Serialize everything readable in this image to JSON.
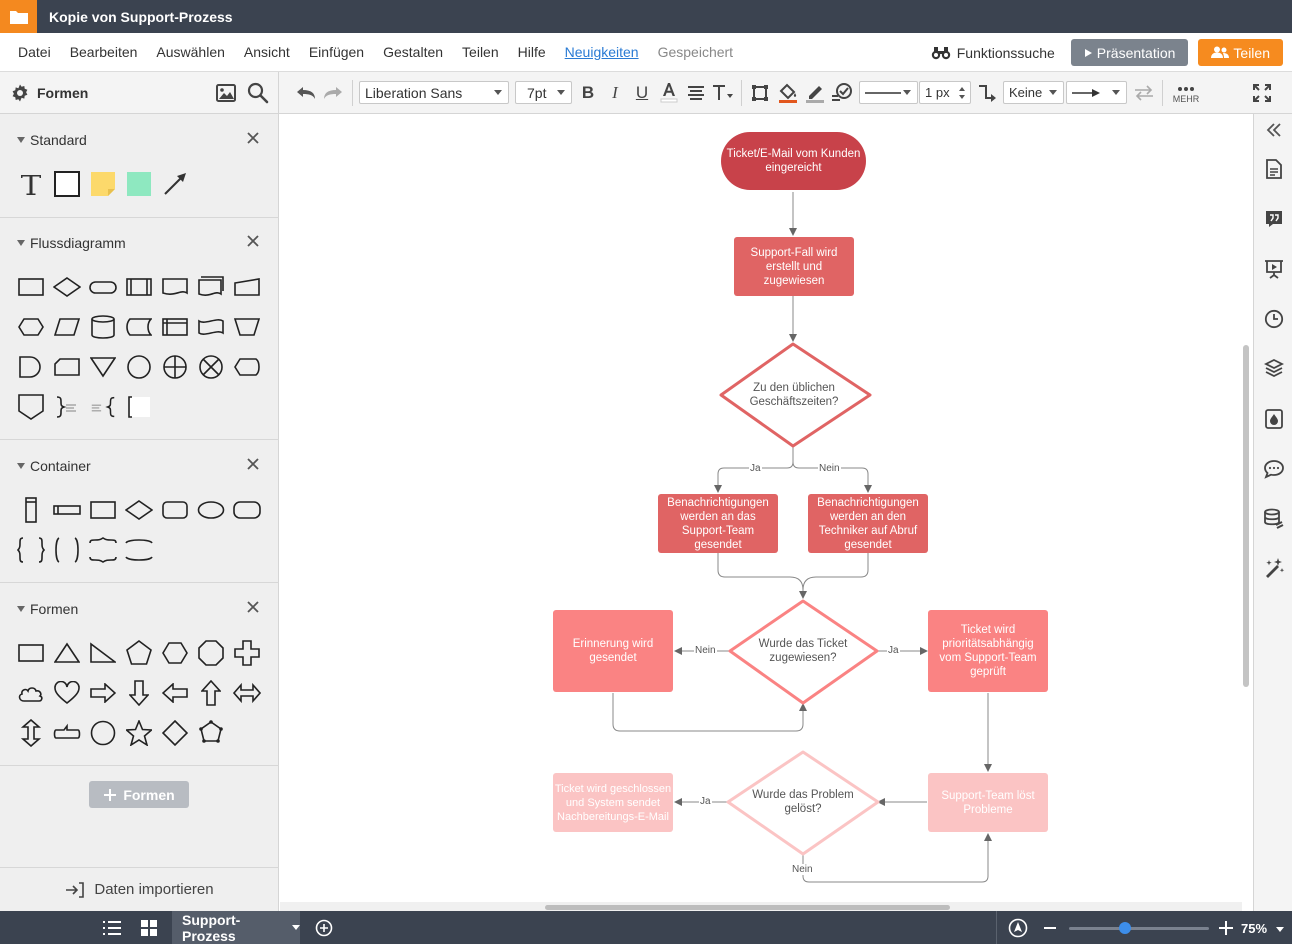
{
  "app": {
    "title": "Kopie von Support-Prozess"
  },
  "menu": {
    "items": [
      "Datei",
      "Bearbeiten",
      "Auswählen",
      "Ansicht",
      "Einfügen",
      "Gestalten",
      "Teilen",
      "Hilfe"
    ],
    "news": "Neuigkeiten",
    "status": "Gespeichert",
    "feature_search": "Funktionssuche",
    "present": "Präsentation",
    "share": "Teilen"
  },
  "toolbar": {
    "shapes_label": "Formen",
    "font": "Liberation Sans",
    "font_size": "7pt",
    "line_width": "1 px",
    "line_start": "Keine",
    "more": "MEHR"
  },
  "panel": {
    "sections": [
      {
        "name": "Standard"
      },
      {
        "name": "Flussdiagramm"
      },
      {
        "name": "Container"
      },
      {
        "name": "Formen"
      }
    ],
    "add_shapes": "Formen",
    "import": "Daten importieren"
  },
  "flow": {
    "nodes": [
      {
        "id": "start",
        "text": "Ticket/E-Mail vom Kunden eingereicht"
      },
      {
        "id": "create",
        "text": "Support-Fall wird erstellt und zugewiesen"
      },
      {
        "id": "hours",
        "text": "Zu den üblichen Geschäftszeiten?"
      },
      {
        "id": "notify_team",
        "text": "Benachrichtigungen werden an das Support-Team gesendet"
      },
      {
        "id": "notify_tech",
        "text": "Benachrichtigungen werden an den Techniker auf Abruf gesendet"
      },
      {
        "id": "assigned",
        "text": "Wurde das Ticket zugewiesen?"
      },
      {
        "id": "reminder",
        "text": "Erinnerung wird gesendet"
      },
      {
        "id": "priority",
        "text": "Ticket wird prioritätsabhängig vom Support-Team geprüft"
      },
      {
        "id": "solved",
        "text": "Wurde das Problem gelöst?"
      },
      {
        "id": "closed",
        "text": "Ticket wird geschlossen und System sendet Nachbereitungs-E-Mail"
      },
      {
        "id": "solves",
        "text": "Support-Team löst Probleme"
      }
    ],
    "edge_labels": {
      "yes": "Ja",
      "no": "Nein"
    },
    "colors": {
      "dark": "#c8424a",
      "mid": "#e06464",
      "light": "#fa8383",
      "pale": "#fbc4c4"
    }
  },
  "footer": {
    "page_tab": "Support-Prozess",
    "zoom": "75%"
  }
}
